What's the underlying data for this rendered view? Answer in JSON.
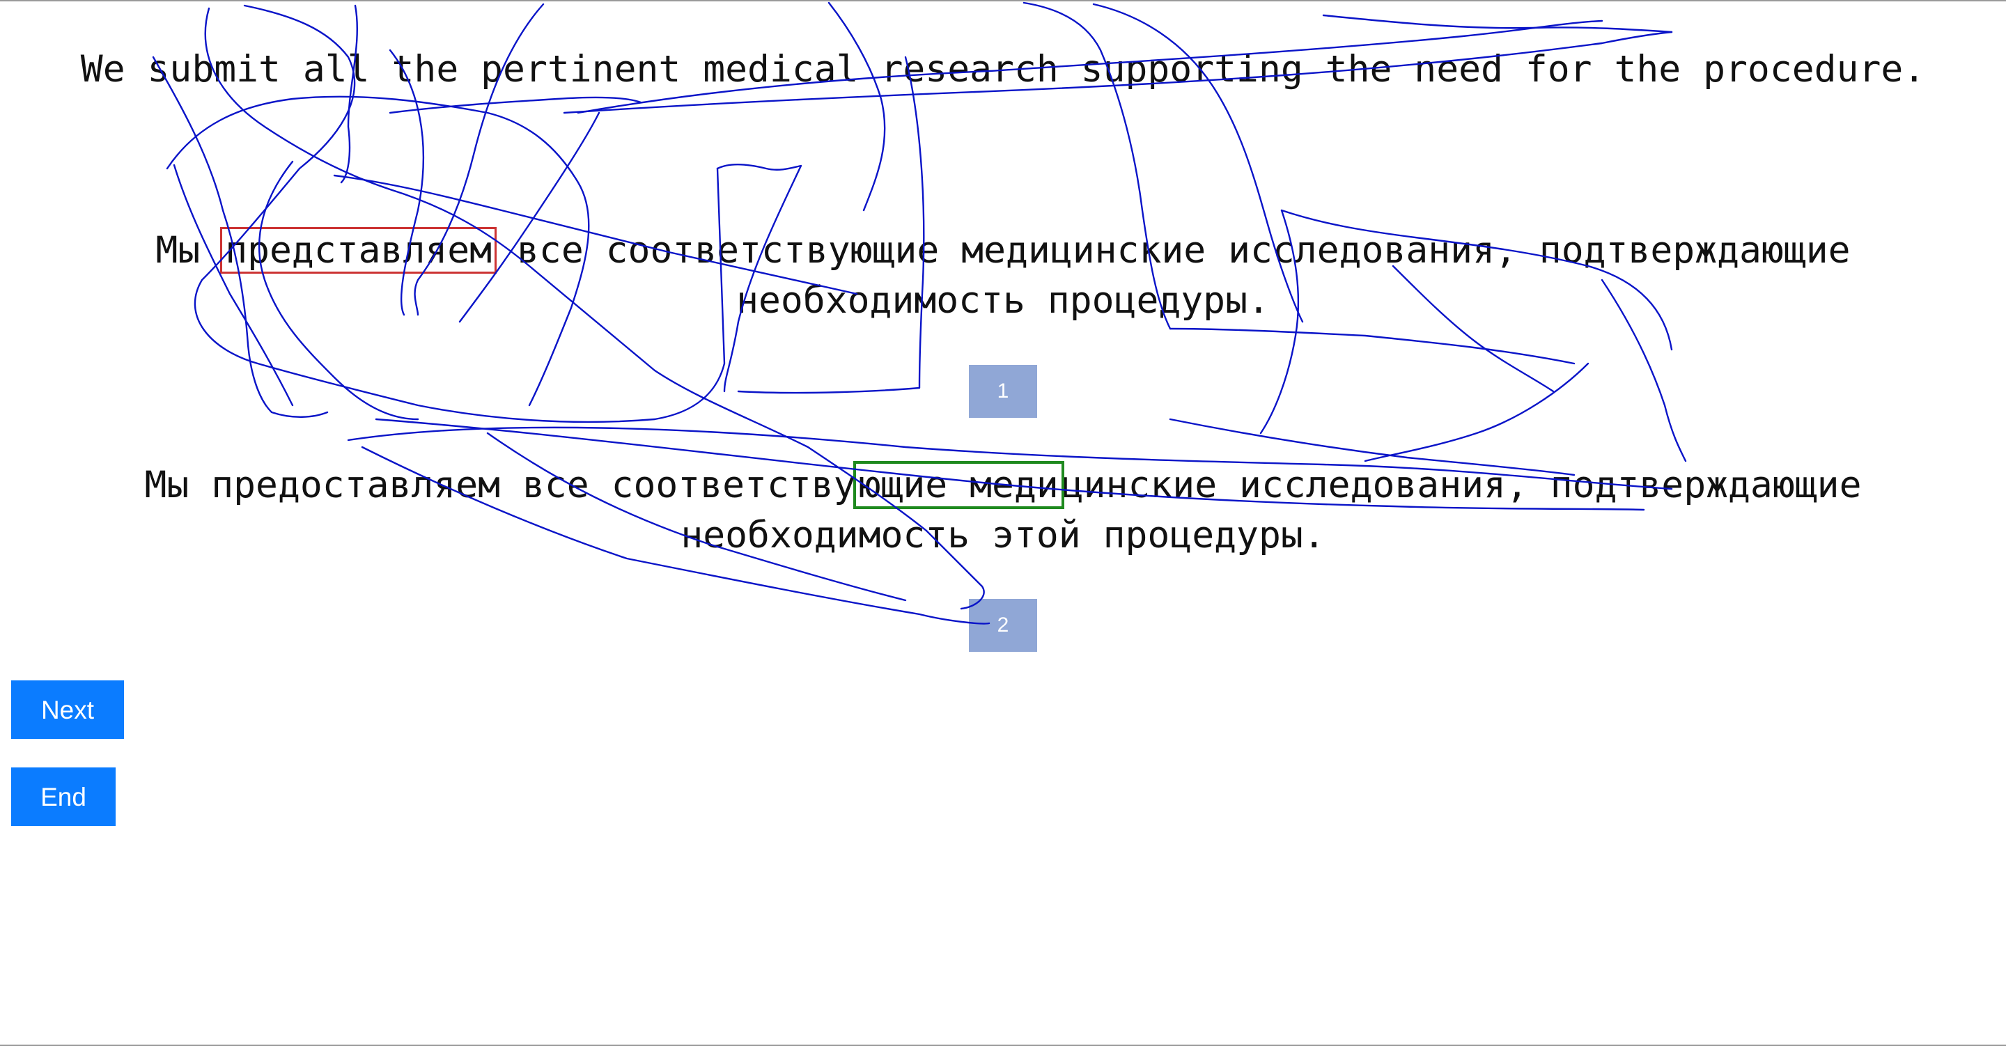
{
  "source": {
    "sentence": "We submit all the pertinent medical research supporting the need for the procedure."
  },
  "translation_1": {
    "before": "Мы ",
    "highlight": "представляем",
    "after": " все соответствующие медицинские исследования, подтверждающие необходимость процедуры.",
    "badge": "1",
    "highlight_color": "#cc3333"
  },
  "translation_2": {
    "before": "Мы предоставляем все соответству",
    "highlight": "ющие меди",
    "after": "цинские исследования, подтверждающие необходимость этой процедуры.",
    "badge": "2",
    "highlight_color": "#1f8a1f"
  },
  "buttons": {
    "next": "Next",
    "end": "End"
  },
  "colors": {
    "badge": "#90a7d6",
    "button": "#0b7cff",
    "gaze_trace": "#0a14c8"
  }
}
